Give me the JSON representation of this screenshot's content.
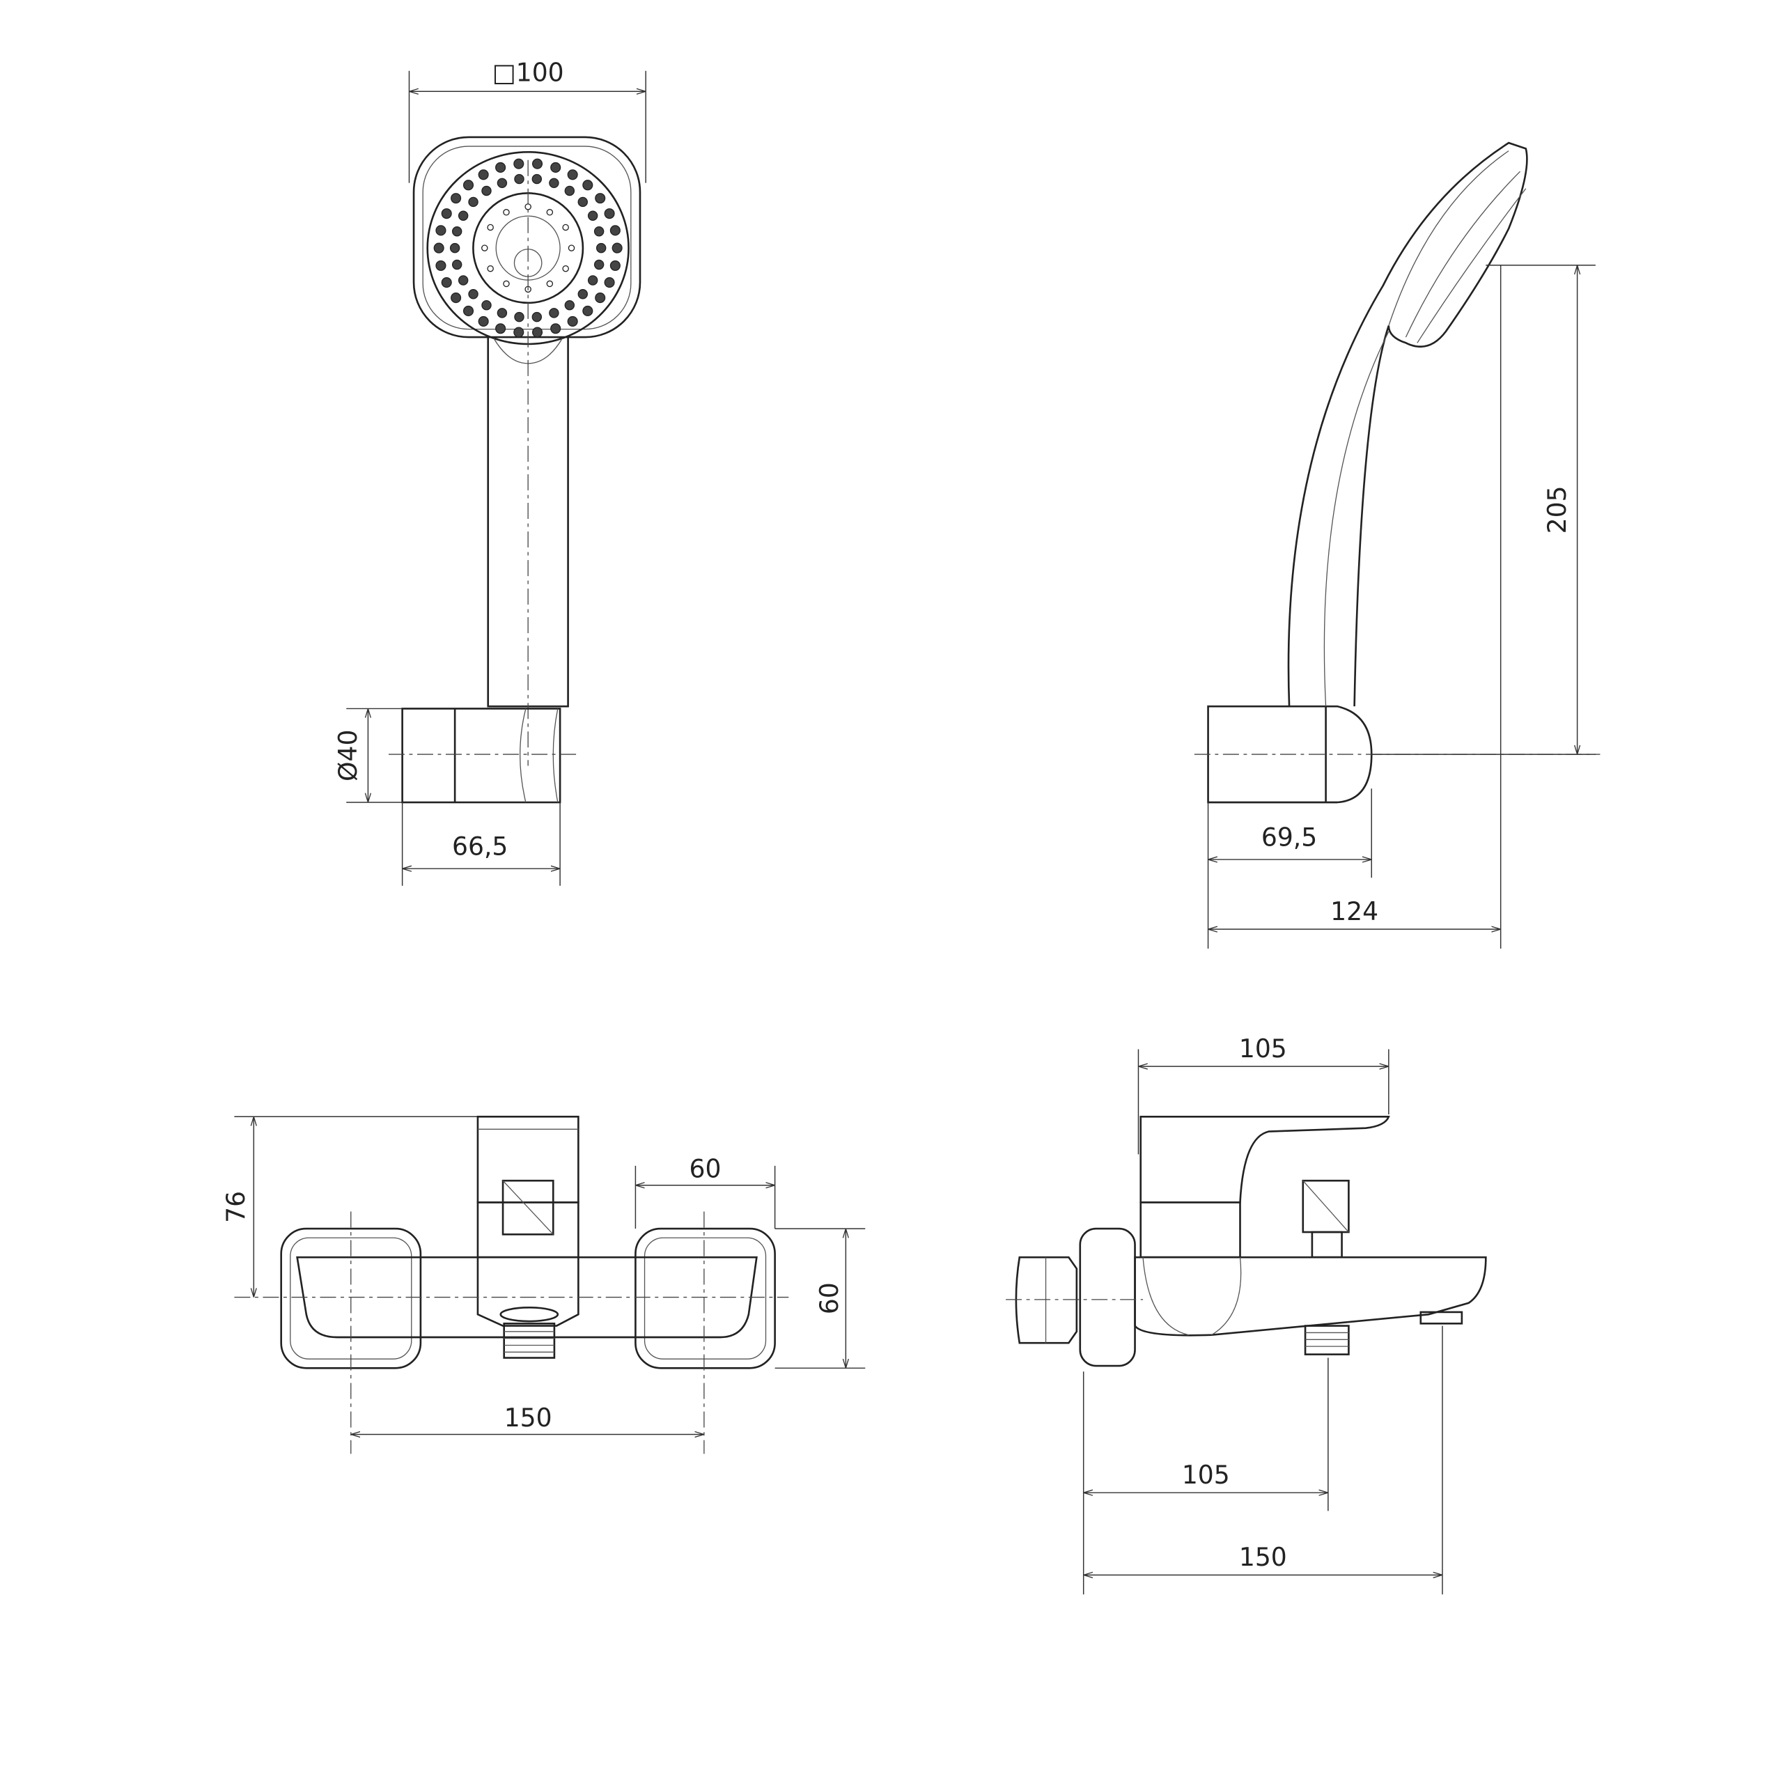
{
  "views": {
    "hand_shower_front": {
      "head_size": "□100",
      "holder_diameter": "Ø40",
      "holder_depth": "66,5"
    },
    "hand_shower_side": {
      "height": "205",
      "holder_length": "69,5",
      "total_depth": "124"
    },
    "mixer_front": {
      "height": "76",
      "escutcheon_width": "60",
      "escutcheon_height": "60",
      "inlet_spacing": "150"
    },
    "mixer_side": {
      "lever_length": "105",
      "outlet_distance": "105",
      "spout_length": "150"
    }
  },
  "colors": {
    "line": "#222222",
    "background": "#ffffff"
  }
}
